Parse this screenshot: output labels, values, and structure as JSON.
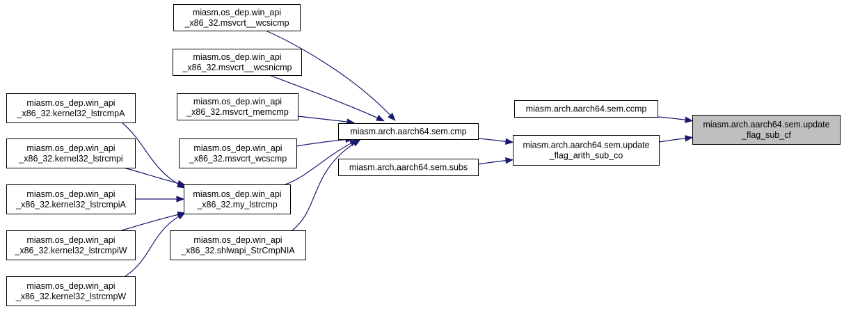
{
  "diagram": {
    "nodes": {
      "wcsicmp": {
        "lines": [
          "miasm.os_dep.win_api",
          "_x86_32.msvcrt__wcsicmp"
        ]
      },
      "wcsnicmp": {
        "lines": [
          "miasm.os_dep.win_api",
          "_x86_32.msvcrt__wcsnicmp"
        ]
      },
      "memcmp": {
        "lines": [
          "miasm.os_dep.win_api",
          "_x86_32.msvcrt_memcmp"
        ]
      },
      "wcscmp": {
        "lines": [
          "miasm.os_dep.win_api",
          "_x86_32.msvcrt_wcscmp"
        ]
      },
      "strcmpnia": {
        "lines": [
          "miasm.os_dep.win_api",
          "_x86_32.shlwapi_StrCmpNIA"
        ]
      },
      "lstrcmpA": {
        "lines": [
          "miasm.os_dep.win_api",
          "_x86_32.kernel32_lstrcmpA"
        ]
      },
      "lstrcmpi": {
        "lines": [
          "miasm.os_dep.win_api",
          "_x86_32.kernel32_lstrcmpi"
        ]
      },
      "lstrcmpiA": {
        "lines": [
          "miasm.os_dep.win_api",
          "_x86_32.kernel32_lstrcmpiA"
        ]
      },
      "lstrcmpiW": {
        "lines": [
          "miasm.os_dep.win_api",
          "_x86_32.kernel32_lstrcmpiW"
        ]
      },
      "lstrcmpW": {
        "lines": [
          "miasm.os_dep.win_api",
          "_x86_32.kernel32_lstrcmpW"
        ]
      },
      "my_lstrcmp": {
        "lines": [
          "miasm.os_dep.win_api",
          "_x86_32.my_lstrcmp"
        ]
      },
      "cmp": {
        "lines": [
          "miasm.arch.aarch64.sem.cmp"
        ]
      },
      "subs": {
        "lines": [
          "miasm.arch.aarch64.sem.subs"
        ]
      },
      "ccmp": {
        "lines": [
          "miasm.arch.aarch64.sem.ccmp"
        ]
      },
      "arith": {
        "lines": [
          "miasm.arch.aarch64.sem.update",
          "_flag_arith_sub_co"
        ]
      },
      "target": {
        "lines": [
          "miasm.arch.aarch64.sem.update",
          "_flag_sub_cf"
        ]
      }
    },
    "edges": [
      {
        "from": "wcsicmp",
        "to": "cmp"
      },
      {
        "from": "wcsnicmp",
        "to": "cmp"
      },
      {
        "from": "memcmp",
        "to": "cmp"
      },
      {
        "from": "wcscmp",
        "to": "cmp"
      },
      {
        "from": "my_lstrcmp",
        "to": "cmp"
      },
      {
        "from": "strcmpnia",
        "to": "cmp"
      },
      {
        "from": "lstrcmpA",
        "to": "my_lstrcmp"
      },
      {
        "from": "lstrcmpi",
        "to": "my_lstrcmp"
      },
      {
        "from": "lstrcmpiA",
        "to": "my_lstrcmp"
      },
      {
        "from": "lstrcmpiW",
        "to": "my_lstrcmp"
      },
      {
        "from": "lstrcmpW",
        "to": "my_lstrcmp"
      },
      {
        "from": "cmp",
        "to": "arith"
      },
      {
        "from": "subs",
        "to": "arith"
      },
      {
        "from": "ccmp",
        "to": "target"
      },
      {
        "from": "arith",
        "to": "target"
      }
    ],
    "selected_node": "target",
    "colors": {
      "edge": "#191970",
      "selected_fill": "#bfbfbf",
      "node_fill": "#ffffff"
    }
  }
}
